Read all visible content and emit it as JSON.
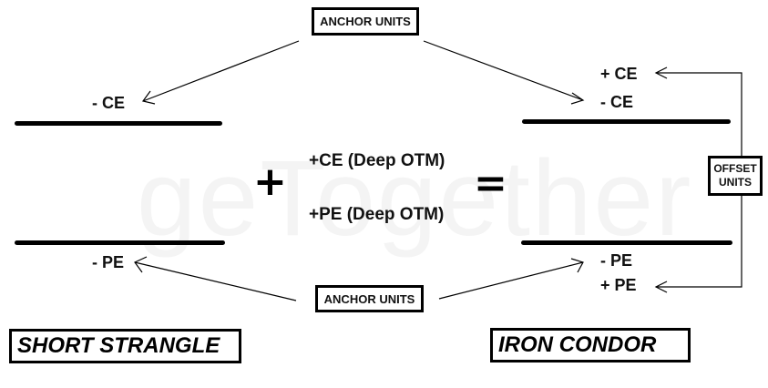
{
  "watermark": {
    "text": "geTogether"
  },
  "labels": {
    "anchor_top": "ANCHOR UNITS",
    "anchor_bottom": "ANCHOR UNITS",
    "offset": [
      "OFFSET",
      "UNITS"
    ]
  },
  "short_strangle": {
    "title": "SHORT STRANGLE",
    "call_leg": "- CE",
    "put_leg": "- PE"
  },
  "operators": {
    "plus": "+",
    "equals": "="
  },
  "added_legs": {
    "call": "+CE (Deep OTM)",
    "put": "+PE (Deep OTM)"
  },
  "iron_condor": {
    "title": "IRON CONDOR",
    "long_call": "+ CE",
    "short_call": "- CE",
    "short_put": "- PE",
    "long_put": "+ PE"
  },
  "colors": {
    "ink": "#000000",
    "background": "#ffffff",
    "watermark": "#f4f4f4"
  }
}
